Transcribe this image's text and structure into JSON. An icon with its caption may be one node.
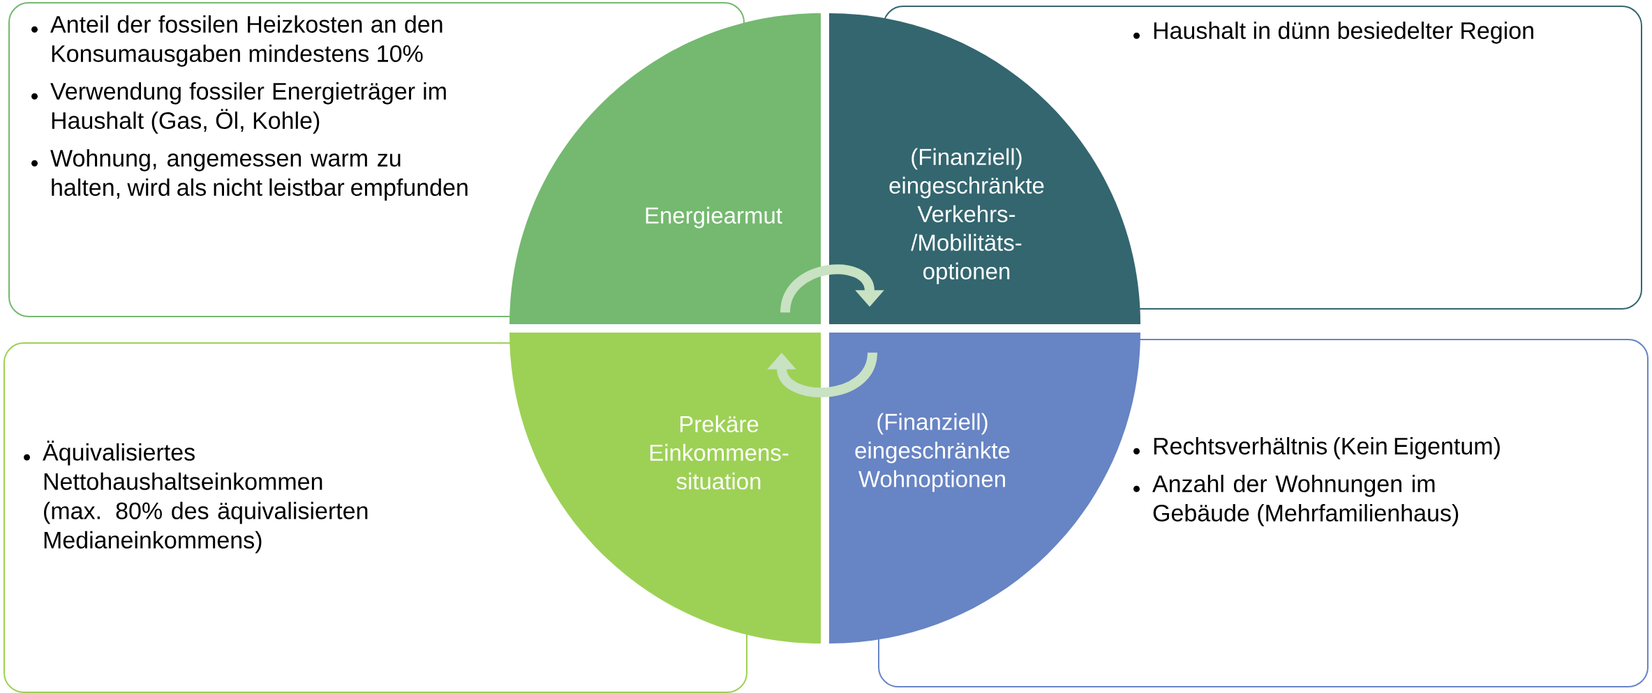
{
  "diagram": {
    "nodes": [
      {
        "text": [
          "Anteil der fossilen Heizkosten an den Konsumausgaben mindestens 10%",
          "Verwendung fossiler Energieträger im Haushalt (Gas, Öl, Kohle)",
          "Wohnung, angemessen warm zu halten, wird als nicht leistbar empfunden"
        ]
      },
      {
        "text": [
          "Energiearmut"
        ]
      },
      {
        "text": [
          "(Finanziell) eingeschränkte Verkehrs- /Mobilitäts- optionen"
        ]
      },
      {
        "text": [
          "Haushalt in dünn besiedelter Region"
        ]
      },
      {
        "text": [
          "Äquivalisiertes Nettohaushaltseinkommen (max. 80% des äquivalisierten Medianeinkommens)"
        ]
      },
      {
        "text": [
          "Prekäre Einkommens- situation"
        ]
      },
      {
        "text": [
          "(Finanziell) eingeschränkte Wohnoptionen"
        ]
      },
      {
        "text": [
          "Rechtsverhältnis (Kein Eigentum)",
          "Anzahl der Wohnungen im Gebäude (Mehrfamilienhaus)"
        ]
      }
    ],
    "edges": [
      {
        "from": 1,
        "to": 2,
        "arrow": "to"
      },
      {
        "from": 6,
        "to": 5,
        "arrow": "to"
      }
    ]
  }
}
